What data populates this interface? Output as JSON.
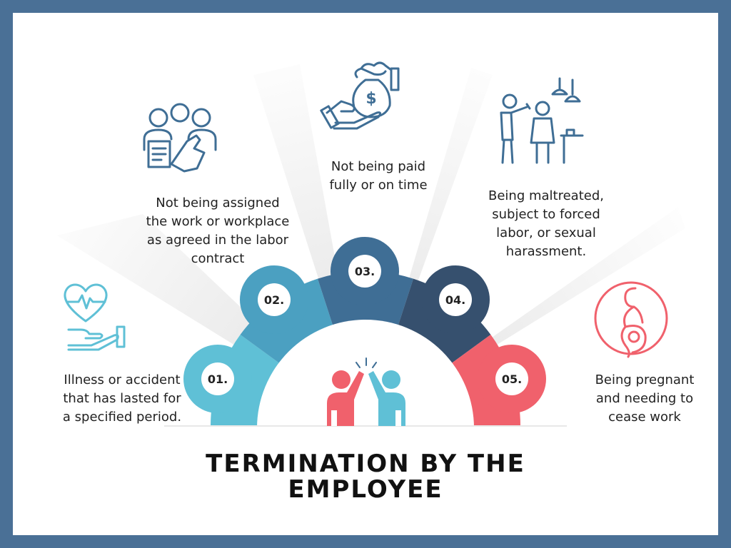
{
  "title_line1": "TERMINATION BY THE",
  "title_line2": "EMPLOYEE",
  "colors": {
    "border": "#4a7096",
    "seg1": "#5fc0d6",
    "seg2": "#4ba0c1",
    "seg3": "#3f6e95",
    "seg4": "#36506e",
    "seg5": "#f0616c",
    "icon_blue": "#3f6e95",
    "icon_cyan": "#5fc0d6",
    "icon_red": "#f0616c"
  },
  "items": [
    {
      "num": "01.",
      "icon": "heart-care-icon",
      "lines": [
        "Illness or accident",
        "that has lasted for",
        "a specified period."
      ]
    },
    {
      "num": "02.",
      "icon": "assignment-icon",
      "lines": [
        "Not being assigned",
        "the work or workplace",
        "as agreed in the labor",
        "contract"
      ]
    },
    {
      "num": "03.",
      "icon": "money-hand-icon",
      "lines": [
        "Not being paid",
        "fully or on time"
      ]
    },
    {
      "num": "04.",
      "icon": "maltreatment-icon",
      "lines": [
        "Being maltreated,",
        "subject to forced",
        "labor, or sexual",
        "harassment."
      ]
    },
    {
      "num": "05.",
      "icon": "pregnancy-icon",
      "lines": [
        "Being pregnant",
        "and needing to",
        "cease work"
      ]
    }
  ]
}
